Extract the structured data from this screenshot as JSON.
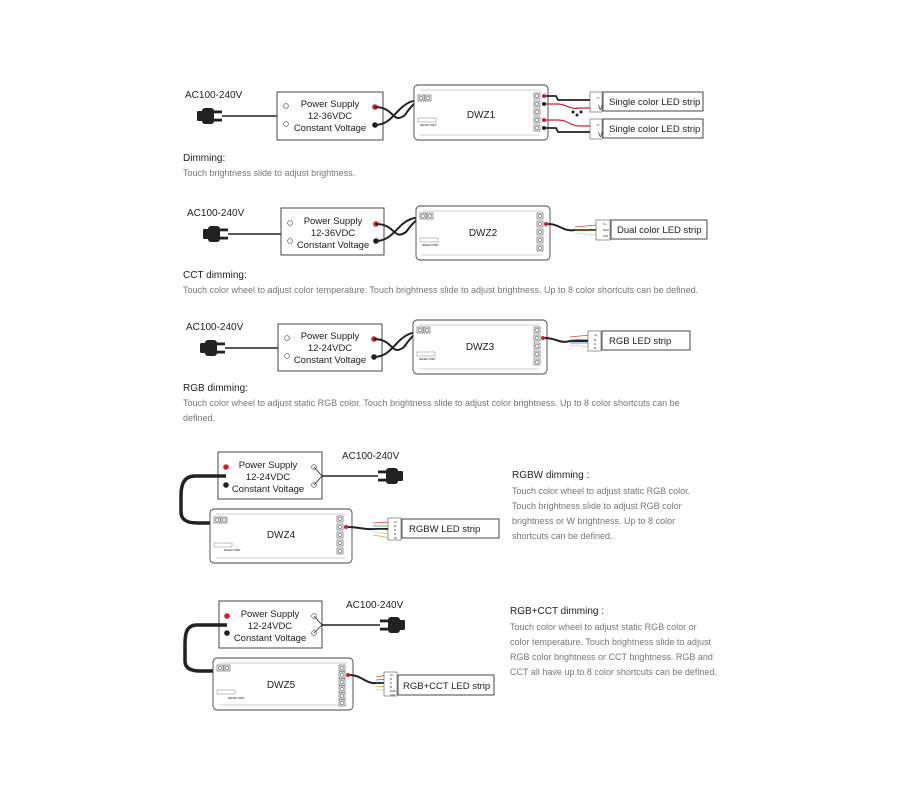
{
  "diagrams": [
    {
      "input": "AC100-240V",
      "psu": {
        "line1": "Power Supply",
        "line2": "12-36VDC",
        "line3": "Constant Voltage"
      },
      "controller": "DWZ1",
      "strips": [
        "Single color LED strip",
        "Single color LED strip"
      ],
      "mode_title": "Dimming",
      "description": "Touch brightness slide to adjust brightness."
    },
    {
      "input": "AC100-240V",
      "psu": {
        "line1": "Power Supply",
        "line2": "12-36VDC",
        "line3": "Constant Voltage"
      },
      "controller": "DWZ2",
      "strips": [
        "Dual color LED strip"
      ],
      "mode_title": "CCT dimming",
      "description": "Touch color wheel to adjust color temperature. Touch brightness slide to adjust brightness. Up to 8 color shortcuts can be defined."
    },
    {
      "input": "AC100-240V",
      "psu": {
        "line1": "Power Supply",
        "line2": "12-24VDC",
        "line3": "Constant Voltage"
      },
      "controller": "DWZ3",
      "strips": [
        "RGB LED strip"
      ],
      "mode_title": "RGB dimming",
      "description": "Touch color wheel to adjust static RGB color. Touch brightness slide to adjust color brightness. Up to 8 color shortcuts can be defined."
    },
    {
      "input": "AC100-240V",
      "psu": {
        "line1": "Power Supply",
        "line2": "12-24VDC",
        "line3": "Constant Voltage"
      },
      "controller": "DWZ4",
      "strips": [
        "RGBW LED strip"
      ],
      "mode_title": "RGBW dimming",
      "description": "Touch color wheel to adjust static RGB color. Touch brightness slide to adjust RGB color brightness or W brightness. Up to 8 color shortcuts can be defined."
    },
    {
      "input": "AC100-240V",
      "psu": {
        "line1": "Power Supply",
        "line2": "12-24VDC",
        "line3": "Constant Voltage"
      },
      "controller": "DWZ5",
      "strips": [
        "RGB+CCT LED strip"
      ],
      "mode_title": "RGB+CCT dimming",
      "description": "Touch color wheel to adjust static RGB color or color temperature. Touch brightness slide to adjust RGB color brightness or CCT brightness. RGB and CCT all have up to 8 color shortcuts can be defined."
    }
  ],
  "terminal_labels": {
    "reset": "RESET/SET",
    "single_minus": "V-",
    "single_plus": "V+",
    "dual": [
      "V+",
      "WW",
      "CW"
    ],
    "rgb": [
      "V+",
      "R",
      "G",
      "B"
    ],
    "rgbw": [
      "V+",
      "R",
      "G",
      "B",
      "W"
    ],
    "rgbcct": [
      "V+",
      "R",
      "G",
      "B",
      "WW",
      "CW"
    ]
  },
  "colors": {
    "line": "#222222",
    "terminal_red": "#d0202a",
    "wire_red": "#d44",
    "wire_green": "#3a9b3a",
    "wire_blue": "#3370d0",
    "wire_yellow": "#e0b020",
    "wire_white": "#cccccc",
    "description_text": "#777777"
  }
}
